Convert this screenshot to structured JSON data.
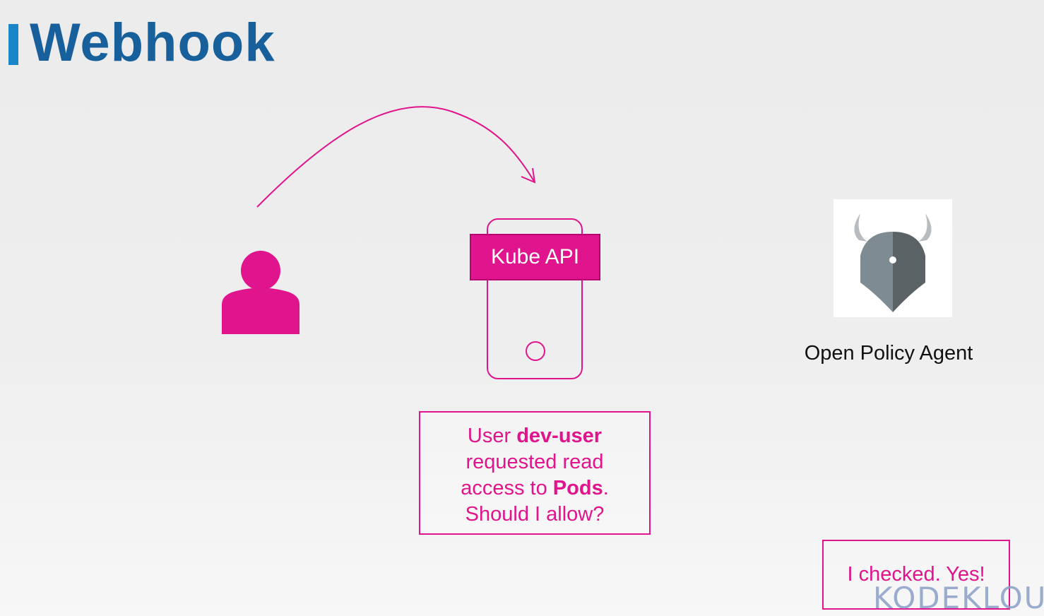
{
  "title": "Webhook",
  "kube_api": {
    "label": "Kube API"
  },
  "opa": {
    "label": "Open Policy Agent"
  },
  "request_message": {
    "line1_prefix": "User ",
    "line1_bold": "dev-user",
    "line2": "requested read",
    "line3_prefix": "access to ",
    "line3_bold": "Pods",
    "line3_suffix": ".",
    "line4": "Should I allow?"
  },
  "reply_message": {
    "text": "I checked. Yes!"
  },
  "brand": {
    "text": "KODEKLOU"
  },
  "colors": {
    "accent": "#e0148c",
    "title": "#18609c",
    "title_bar": "#1a86c8",
    "opa_dark": "#5b6266",
    "opa_light": "#7f8b93",
    "opa_horns": "#b9bcbe"
  },
  "icons": [
    "user-icon",
    "phone-icon",
    "opa-logo-icon",
    "curved-arrow-icon"
  ]
}
